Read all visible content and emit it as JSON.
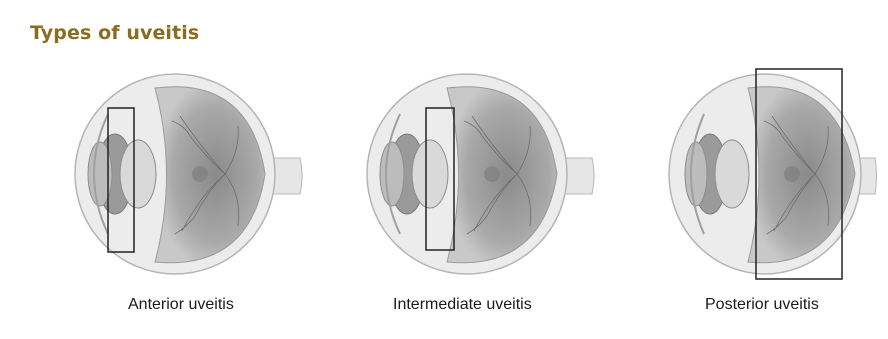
{
  "title": "Types of uveitis",
  "panels": [
    {
      "id": "anterior",
      "caption": "Anterior uveitis"
    },
    {
      "id": "intermediate",
      "caption": "Intermediate uveitis"
    },
    {
      "id": "posterior",
      "caption": "Posterior uveitis"
    }
  ],
  "colors": {
    "title": "#8b6d1f",
    "caption": "#1a1a1a",
    "highlight_box": "#222222"
  }
}
